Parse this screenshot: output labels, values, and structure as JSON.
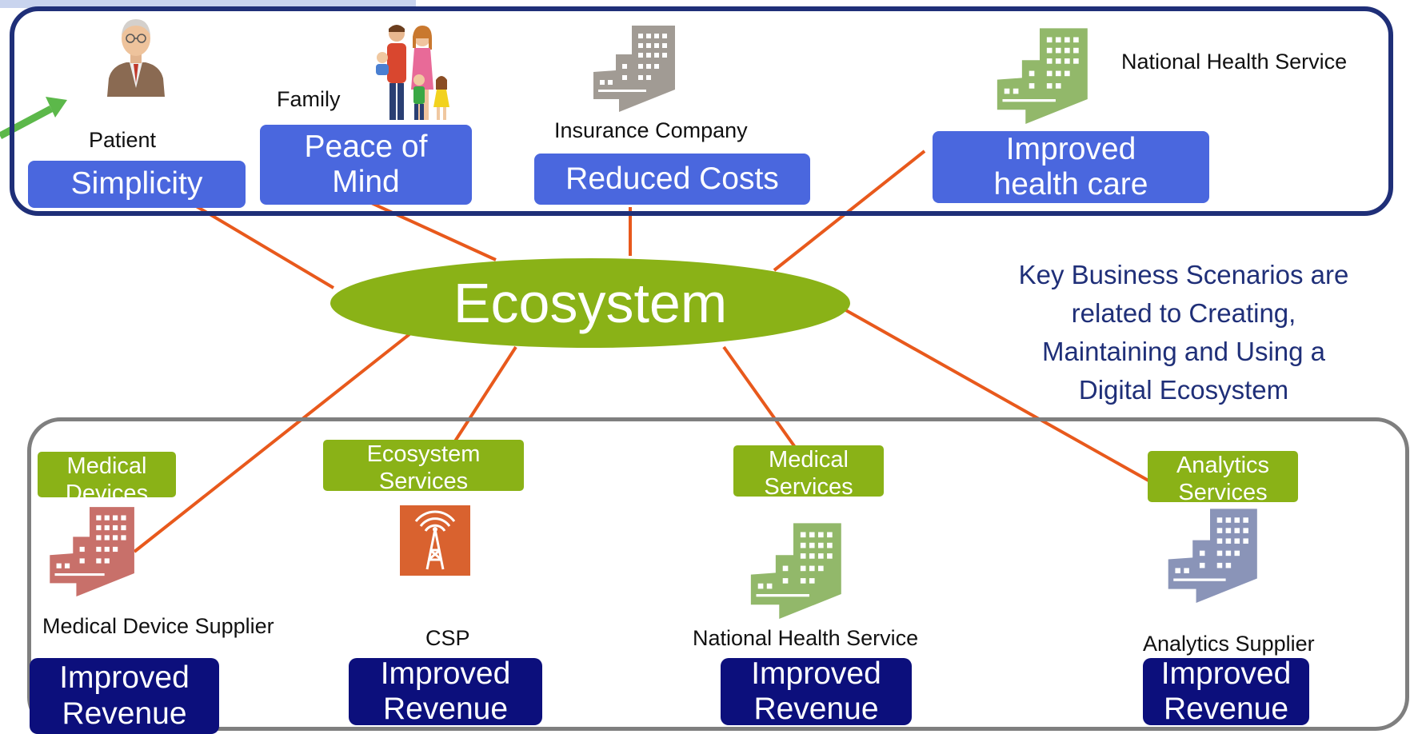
{
  "ecosystem": {
    "label": "Ecosystem"
  },
  "stakeholders": {
    "patient": {
      "name": "Patient",
      "benefit": "Simplicity"
    },
    "family": {
      "name": "Family",
      "benefit_lines": [
        "Peace of",
        "Mind"
      ]
    },
    "insurance": {
      "name": "Insurance Company",
      "benefit": "Reduced  Costs"
    },
    "nhs_top": {
      "name": "National Health Service",
      "benefit_lines": [
        "Improved",
        "health  care"
      ]
    }
  },
  "suppliers": {
    "medical_device": {
      "name": "Medical Device  Supplier",
      "service_lines": [
        "Medical",
        "Devices"
      ],
      "benefit_lines": [
        "Improved",
        "Revenue"
      ]
    },
    "csp": {
      "name": "CSP",
      "service_lines": [
        "Ecosystem",
        "Services"
      ],
      "benefit_lines": [
        "Improved",
        "Revenue"
      ]
    },
    "nhs_bottom": {
      "name": "National Health Service",
      "service_lines": [
        "Medical",
        "Services"
      ],
      "benefit_lines": [
        "Improved",
        "Revenue"
      ]
    },
    "analytics": {
      "name": "Analytics Supplier",
      "service_lines": [
        "Analytics",
        "Services"
      ],
      "benefit_lines": [
        "Improved",
        "Revenue"
      ]
    }
  },
  "note": {
    "lines": [
      "Key Business Scenarios are",
      "related to Creating,",
      "Maintaining and Using a",
      "Digital  Ecosystem"
    ]
  },
  "colors": {
    "frame_top": "#1f2f78",
    "frame_bottom": "#7f7f7f",
    "stakeholder_box": "#4a67de",
    "supplier_box": "#0c0f7c",
    "service_box": "#8ab217",
    "ecosystem": "#8ab217",
    "connector": "#e8591c",
    "arrow": "#5cb84a"
  },
  "icons": [
    "patient-icon",
    "family-icon",
    "building-icon",
    "antenna-tower-icon",
    "arrow-icon"
  ]
}
